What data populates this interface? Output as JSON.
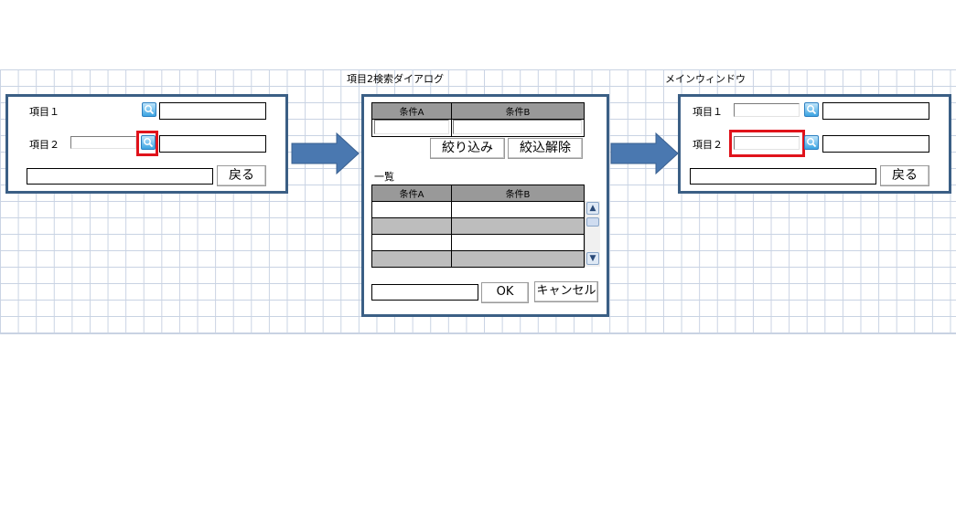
{
  "headings": {
    "dialog_title": "項目2検索ダイアログ",
    "main_window_title": "メインウィンドウ"
  },
  "left_panel": {
    "item1_label": "項目１",
    "item2_label": "項目２",
    "back_button": "戻る"
  },
  "dialog": {
    "condition_a": "条件A",
    "condition_b": "条件B",
    "filter_button": "絞り込み",
    "clear_filter_button": "絞込解除",
    "list_label": "一覧",
    "list_columns": [
      "条件A",
      "条件B"
    ],
    "ok_button": "OK",
    "cancel_button": "キャンセル"
  },
  "right_panel": {
    "item1_label": "項目１",
    "item2_label": "項目２",
    "back_button": "戻る"
  },
  "colors": {
    "panel_border": "#3b5f85",
    "arrow": "#4a78b0",
    "highlight": "#e0131b",
    "header_gray": "#999999",
    "row_gray": "#bdbdbd"
  },
  "icons": {
    "search": "magnifier-icon",
    "scroll_up": "chevron-up-icon",
    "scroll_down": "chevron-down-icon"
  }
}
